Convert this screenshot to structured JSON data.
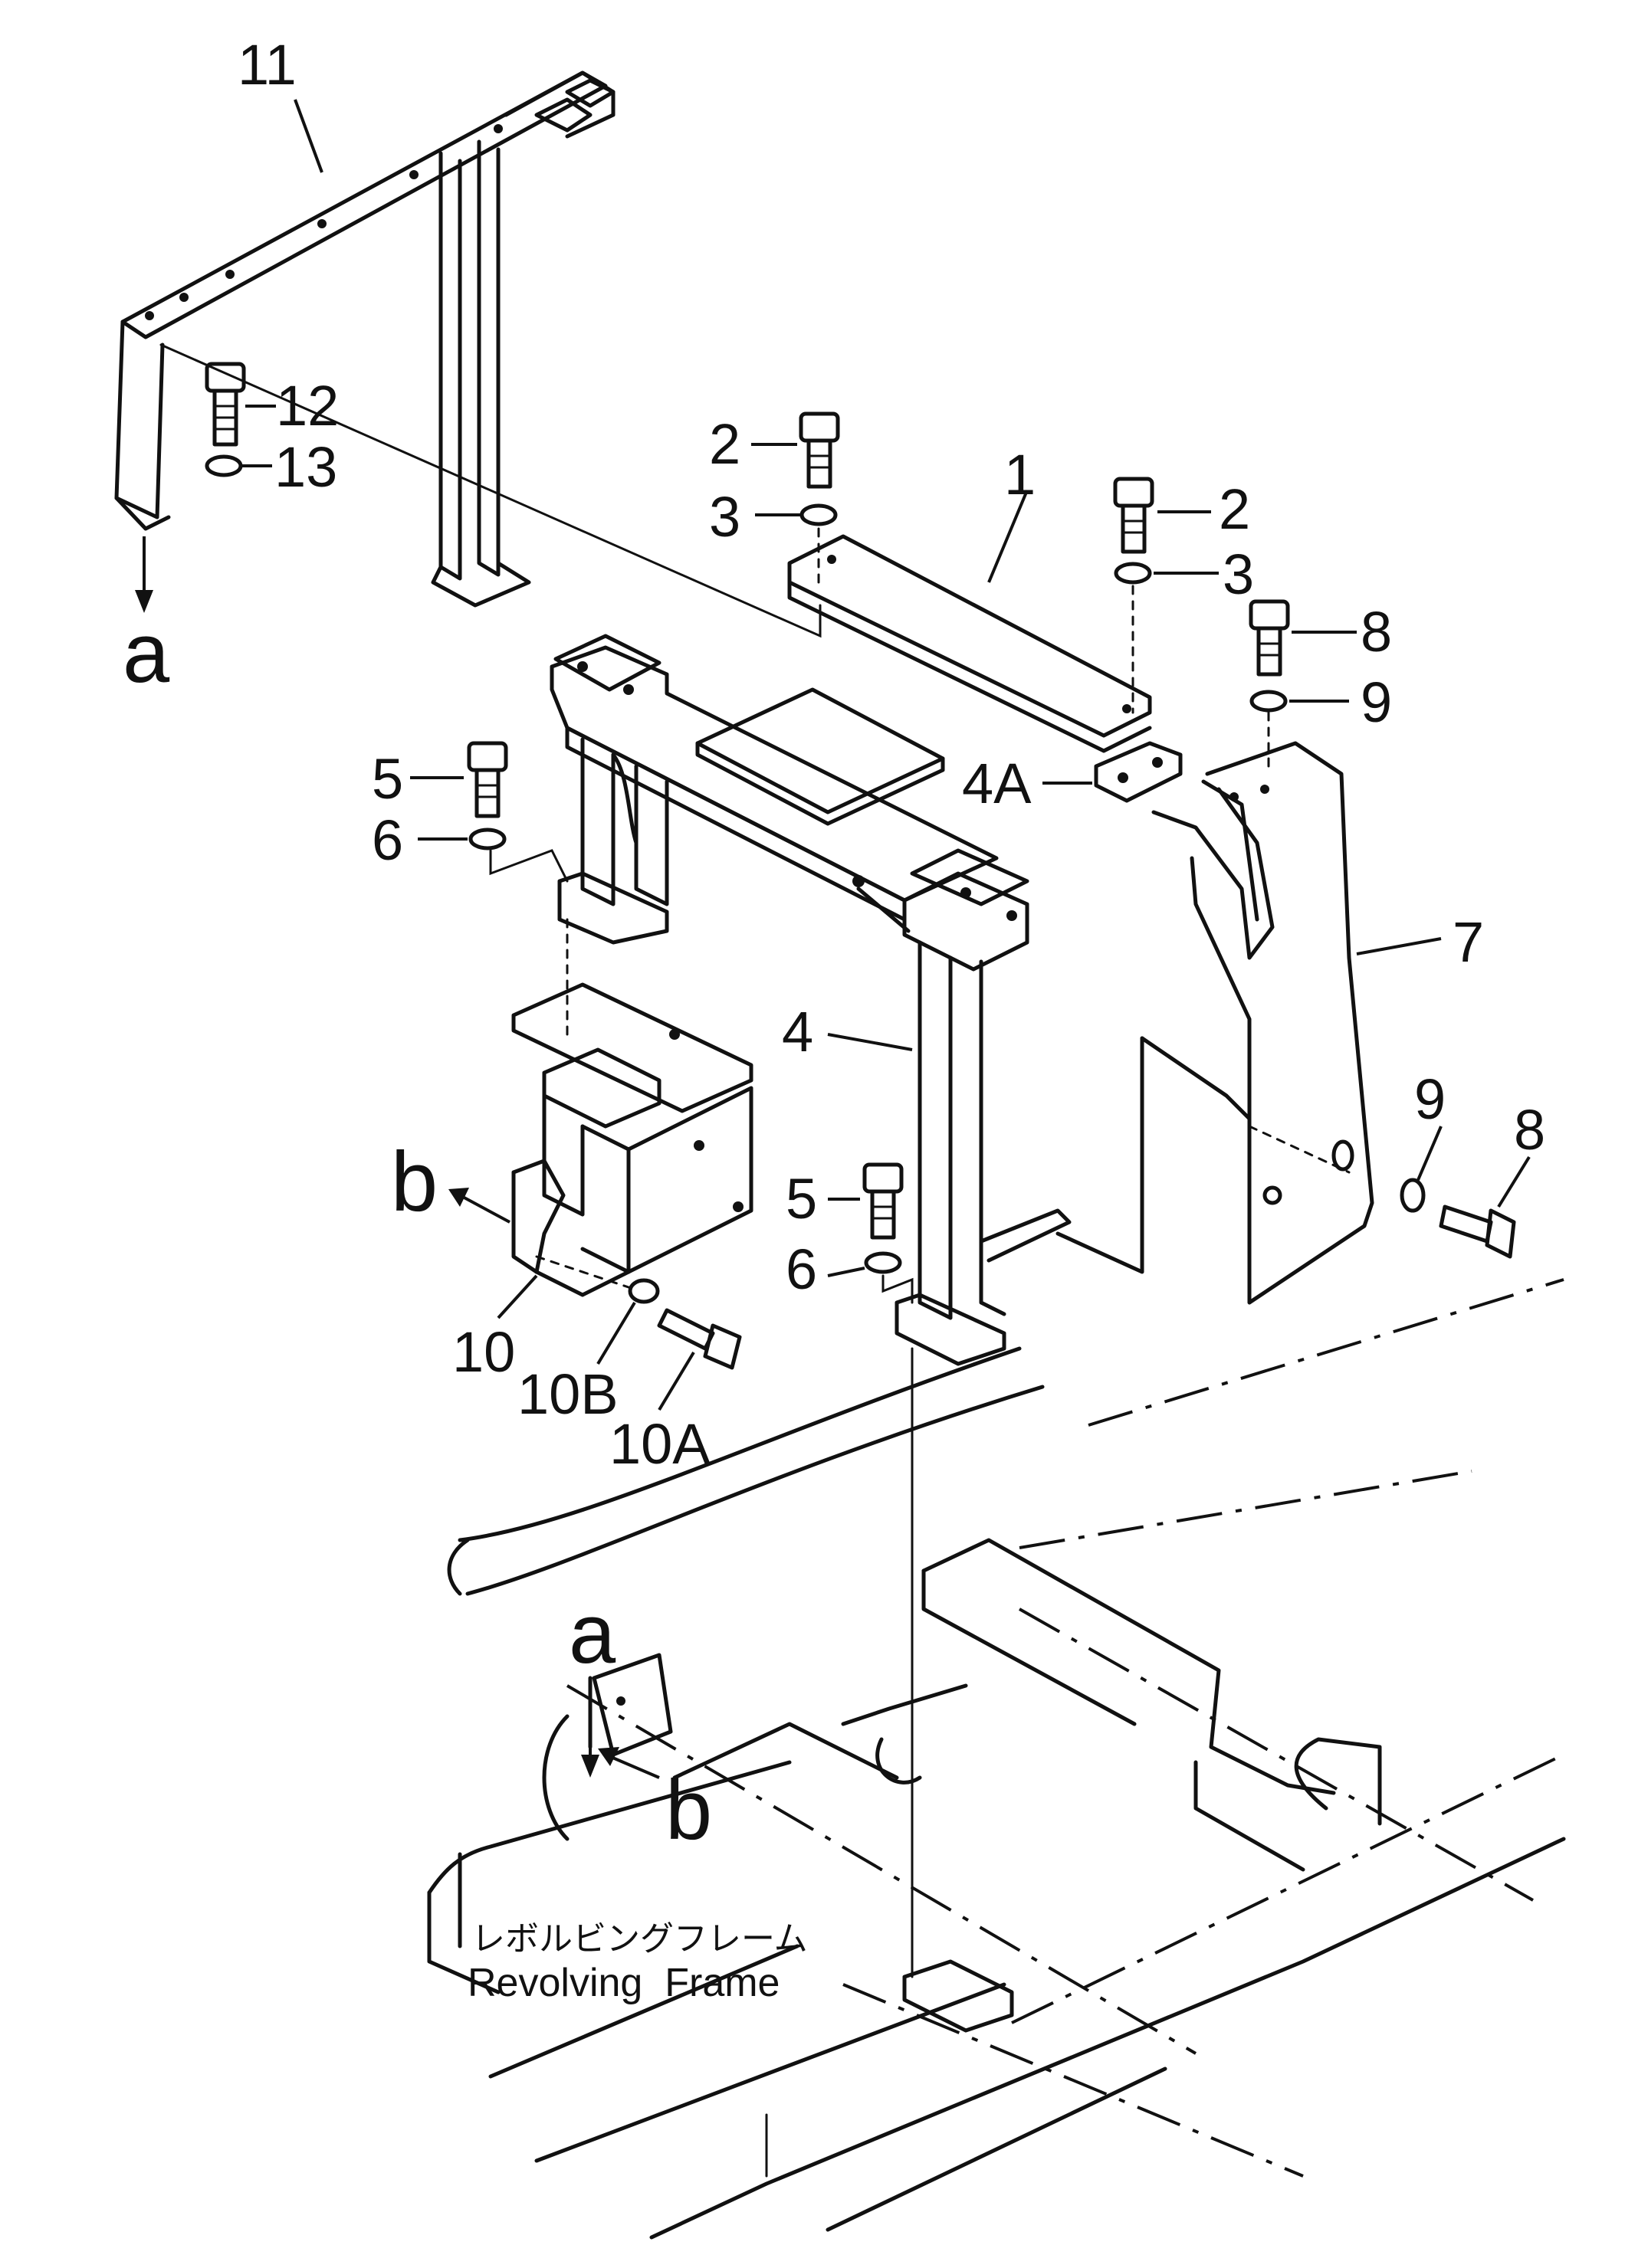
{
  "labels": {
    "p1": "1",
    "p2a": "2",
    "p2b": "2",
    "p3a": "3",
    "p3b": "3",
    "p4": "4",
    "p4a": "4A",
    "p5a": "5",
    "p5b": "5",
    "p6a": "6",
    "p6b": "6",
    "p7": "7",
    "p8a": "8",
    "p8b": "8",
    "p9a": "9",
    "p9b": "9",
    "p10": "10",
    "p10a": "10A",
    "p10b": "10B",
    "p11": "11",
    "p12": "12",
    "p13": "13"
  },
  "refs": {
    "a_top": "a",
    "b_top": "b",
    "a_frame": "a",
    "b_frame": "b"
  },
  "caption": {
    "jp": "レボルビングフレーム",
    "en": "Revolving  Frame"
  }
}
